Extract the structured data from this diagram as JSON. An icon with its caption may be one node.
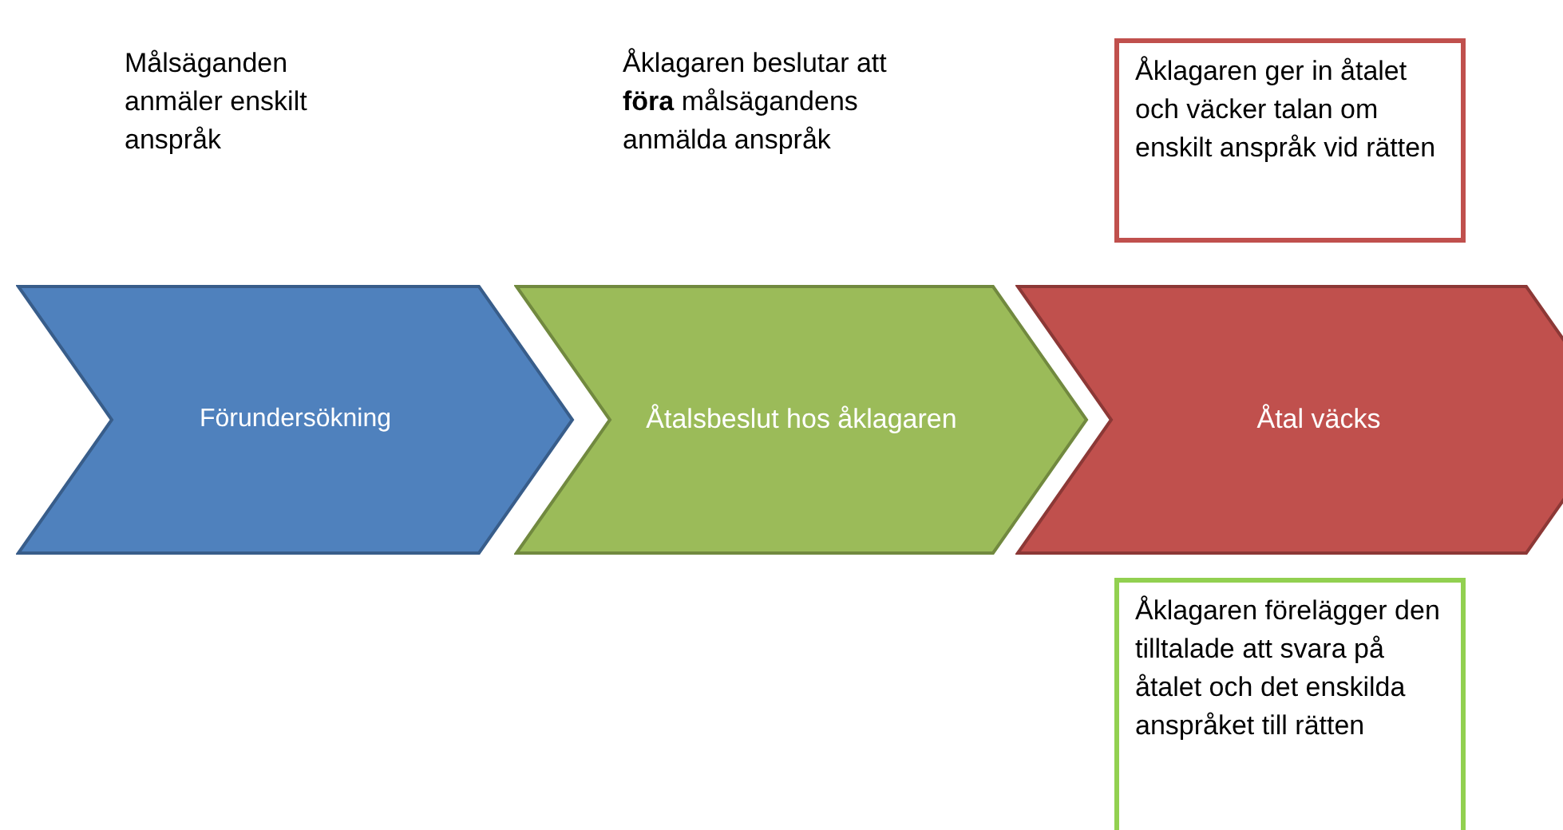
{
  "diagram": {
    "nodes": [
      {
        "text": [
          "Förundersökning"
        ]
      },
      {
        "text": [
          "Åtalsbeslut hos åklagaren"
        ]
      },
      {
        "text": [
          "Åtal väcks"
        ]
      },
      {
        "text": [
          "Åklagaren ger in åtalet och väcker talan om enskilt anspråk vid rätten"
        ]
      },
      {
        "text": [
          "Åklagaren förelägger den tilltalade att svara på åtalet och det enskilda anspråket till rätten"
        ]
      }
    ],
    "edges": [],
    "labels": [
      "Målsäganden anmäler enskilt anspråk",
      "Åklagaren beslutar att **föra** målsägandens anmälda anspråk"
    ]
  }
}
